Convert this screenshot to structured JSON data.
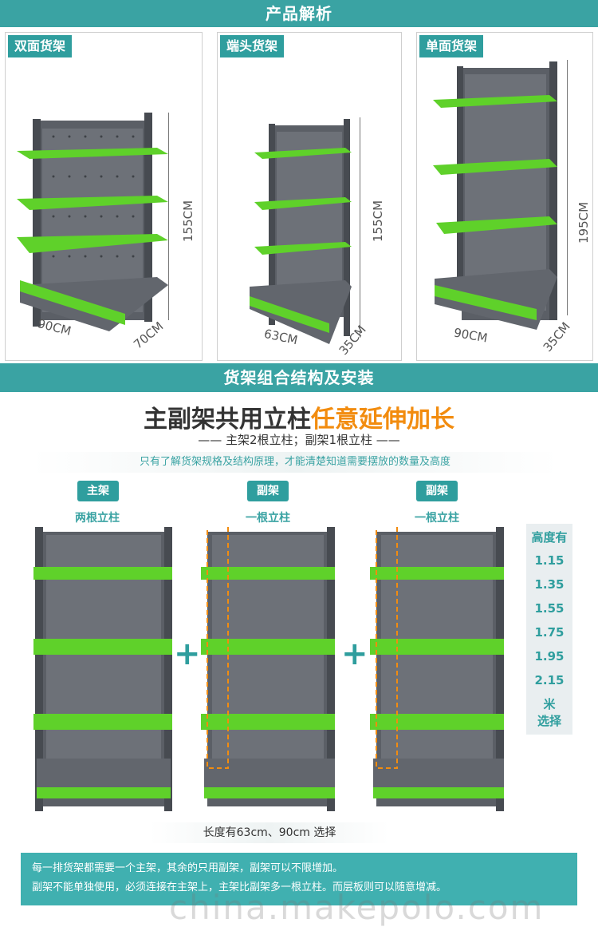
{
  "sections": {
    "analysis_title": "产品解析",
    "assembly_title": "货架组合结构及安装"
  },
  "panels": [
    {
      "label": "双面货架",
      "height_dim": "155CM",
      "width_dim": "90CM",
      "depth_dim": "70CM"
    },
    {
      "label": "端头货架",
      "height_dim": "155CM",
      "width_dim": "63CM",
      "depth_dim": "35CM"
    },
    {
      "label": "单面货架",
      "height_dim": "195CM",
      "width_dim": "90CM",
      "depth_dim": "35CM"
    }
  ],
  "headline": {
    "main": "主副架共用立柱",
    "highlight": "任意延伸加长"
  },
  "subline": "—— 主架2根立柱；副架1根立柱 ——",
  "infobar": "只有了解货架规格及结构原理，才能清楚知道需要摆放的数量及高度",
  "units": [
    {
      "tag": "主架",
      "sub": "两根立柱"
    },
    {
      "tag": "副架",
      "sub": "一根立柱"
    },
    {
      "tag": "副架",
      "sub": "一根立柱"
    }
  ],
  "plus": "+",
  "heights": {
    "title": "高度有",
    "values": [
      "1.15",
      "1.35",
      "1.55",
      "1.75",
      "1.95",
      "2.15"
    ],
    "unit": "米",
    "choose": "选择"
  },
  "lengths": "长度有63cm、90cm 选择",
  "notes": [
    "每一排货架都需要一个主架，其余的只用副架，副架可以不限增加。",
    "副架不能单独使用，必须连接在主架上，主架比副架多一根立柱。而层板则可以随意增减。"
  ],
  "watermark": "china.makepolo.com",
  "colors": {
    "teal": "#3aa3a3",
    "accent": "#f28c0f",
    "shelf_green": "#5fd12a",
    "rack_gray": "#5b5f66"
  }
}
